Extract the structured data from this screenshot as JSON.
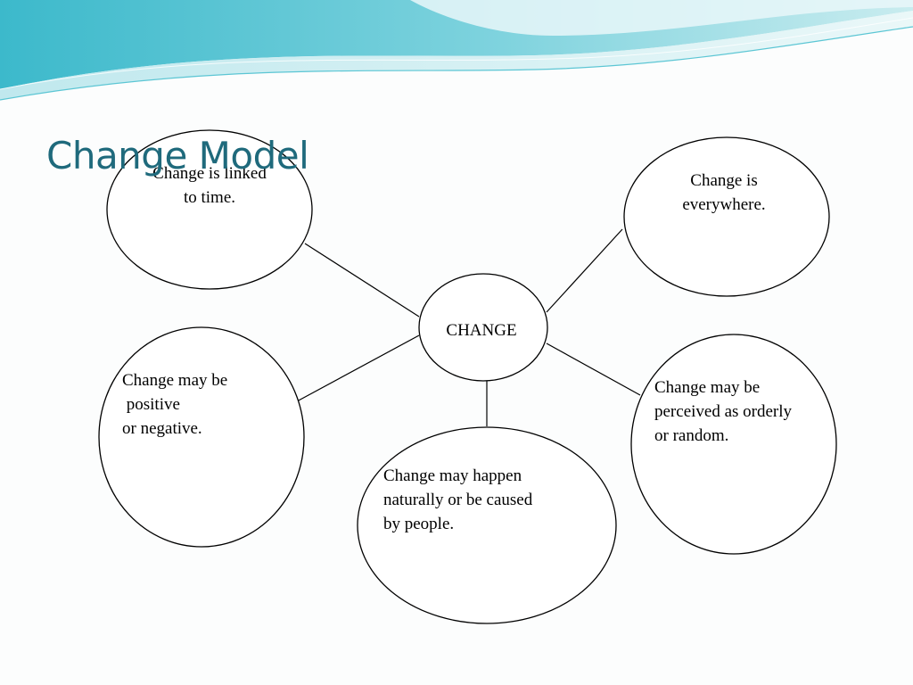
{
  "slide": {
    "title": "Change Model"
  },
  "diagram": {
    "center": {
      "label": "CHANGE"
    },
    "nodes": [
      {
        "id": "linked-to-time",
        "text": "Change is linked\nto time."
      },
      {
        "id": "everywhere",
        "text": "Change is\neverywhere."
      },
      {
        "id": "positive-negative",
        "text": "Change may be\n positive\nor negative."
      },
      {
        "id": "orderly-random",
        "text": "Change may be\nperceived as orderly\nor random."
      },
      {
        "id": "happen-naturally",
        "text": "Change may happen\nnaturally or be caused\nby people."
      }
    ]
  },
  "colors": {
    "title": "#1f6a7c",
    "banner_light": "#d9f1f3",
    "banner_mid": "#8fd6e0",
    "banner_dark": "#39b9cc",
    "stroke": "#000000"
  }
}
